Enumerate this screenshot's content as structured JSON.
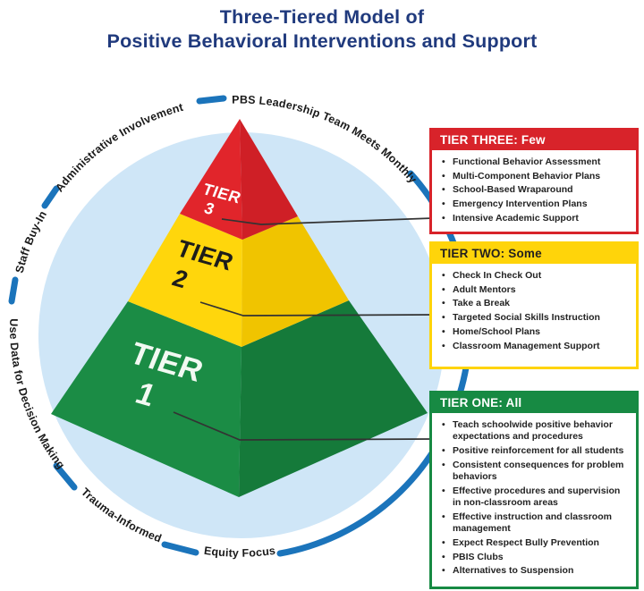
{
  "title": {
    "line1": "Three-Tiered Model of",
    "line2": "Positive Behavioral Interventions and Support"
  },
  "ring": {
    "pbs": "PBS Leadership Team Meets Monthly",
    "admin": "Administrative Involvement",
    "staff": "Staff Buy-In",
    "data": "Use Data for Decision Making",
    "trauma": "Trauma-Informed",
    "equity": "Equity Focus"
  },
  "pyramid": {
    "tier3": {
      "word": "TIER",
      "num": "3"
    },
    "tier2": {
      "word": "TIER",
      "num": "2"
    },
    "tier1": {
      "word": "TIER",
      "num": "1"
    }
  },
  "boxes": [
    {
      "header": "TIER THREE: Few",
      "items": [
        "Functional Behavior Assessment",
        "Multi-Component Behavior Plans",
        "School-Based Wraparound",
        "Emergency Intervention Plans",
        "Intensive Academic Support"
      ]
    },
    {
      "header": "TIER TWO: Some",
      "items": [
        "Check In Check Out",
        "Adult Mentors",
        "Take a Break",
        "Targeted Social Skills Instruction",
        "Home/School Plans",
        "Classroom Management Support"
      ]
    },
    {
      "header": "TIER ONE: All",
      "items": [
        "Teach schoolwide positive behavior expectations and procedures",
        "Positive reinforcement for all students",
        "Consistent consequences for problem behaviors",
        "Effective procedures and supervision in non-classroom areas",
        "Effective instruction and classroom management",
        "Expect Respect Bully Prevention",
        "PBIS Clubs",
        "Alternatives to Suspension"
      ]
    }
  ],
  "colors": {
    "tier3_red": "#d8232a",
    "tier2_yellow": "#ffd40a",
    "tier1_green": "#178a43",
    "circle_fill": "#cfe6f7",
    "arc_blue": "#1b74bb",
    "title_navy": "#203a7d",
    "ring_text": "#1a1a1a"
  }
}
